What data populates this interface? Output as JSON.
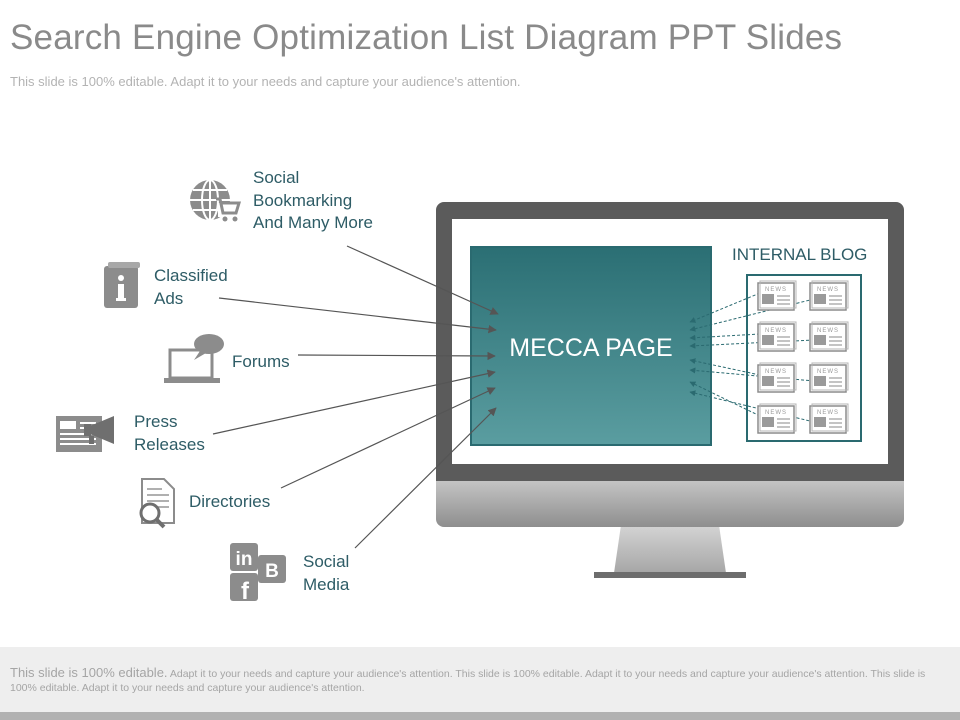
{
  "title": "Search Engine Optimization List Diagram PPT Slides",
  "subtitle": "This slide is 100% editable. Adapt it to your needs and capture your audience's attention.",
  "sources": [
    {
      "id": "social-bookmarking",
      "lines": [
        "Social",
        "Bookmarking",
        "And Many More"
      ],
      "icon": "globe-cart-icon"
    },
    {
      "id": "classified-ads",
      "lines": [
        "Classified",
        "Ads"
      ],
      "icon": "info-book-icon"
    },
    {
      "id": "forums",
      "lines": [
        "Forums"
      ],
      "icon": "laptop-chat-icon"
    },
    {
      "id": "press-releases",
      "lines": [
        "Press",
        "Releases"
      ],
      "icon": "newspaper-megaphone-icon"
    },
    {
      "id": "directories",
      "lines": [
        "Directories"
      ],
      "icon": "document-search-icon"
    },
    {
      "id": "social-media",
      "lines": [
        "Social",
        "Media"
      ],
      "icon": "social-logos-icon"
    }
  ],
  "center": {
    "label": "MECCA PAGE"
  },
  "internal_blog": {
    "title": "INTERNAL BLOG",
    "item_label": "NEWS",
    "item_count": 8
  },
  "footer": {
    "lead": "This slide is 100% editable.",
    "body": "Adapt it to your needs and capture your audience's attention. This slide is 100% editable. Adapt it to your needs and capture your audience's attention. This slide is 100% editable. Adapt it to your needs and capture your audience's attention."
  },
  "colors": {
    "accent": "#2a6a70",
    "text": "#2e5c66",
    "icon": "#8c8c8c"
  }
}
